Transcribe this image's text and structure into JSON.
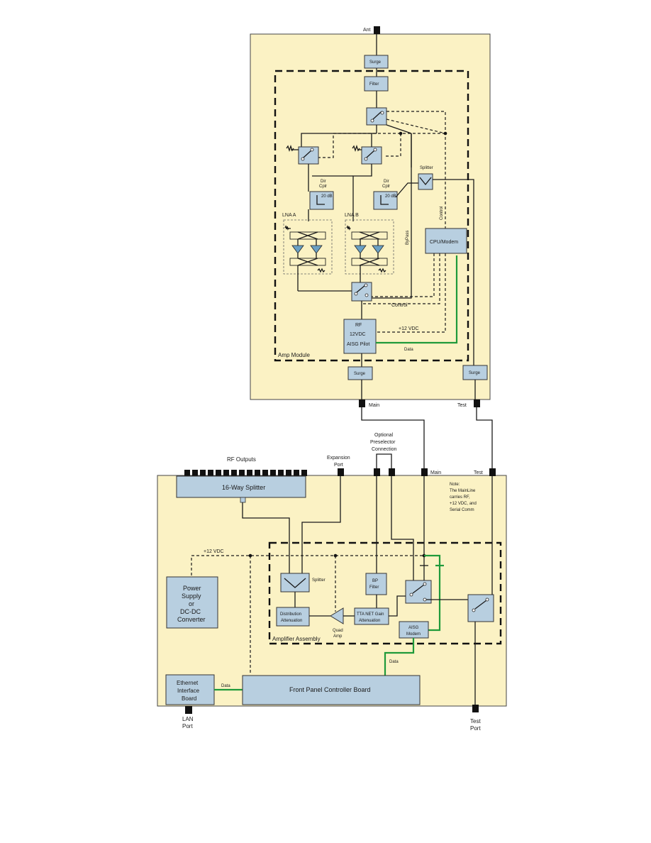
{
  "amp_module": {
    "ant": "Ant",
    "surge_top": "Surge",
    "filter": "Filter",
    "dir_cplr_a": [
      "Dir",
      "Cplr"
    ],
    "dir_cplr_b": [
      "Dir",
      "Cplr"
    ],
    "db_a": "20 dB",
    "db_b": "20 dB",
    "splitter": "Splitter",
    "lna_a": "LNA A",
    "lna_b": "LNA B",
    "bypass": "ByPass",
    "control_vert": "Control",
    "cpu_modem": "CPU/Modem",
    "control": "Control",
    "rf": "RF",
    "vdc12": "12VDC",
    "aisg_pilot": "AISG Pilot",
    "plus12": "+12 VDC",
    "data": "Data",
    "amp_module_label": "Amp Module",
    "surge_main": "Surge",
    "surge_test": "Surge",
    "main": "Main",
    "test": "Test"
  },
  "interconnect": {
    "optional_preselector": [
      "Optional",
      "Preselector",
      "Connection"
    ]
  },
  "controller": {
    "rf_outputs": "RF Outputs",
    "expansion_port": [
      "Expansion",
      "Port"
    ],
    "main": "Main",
    "test": "Test",
    "splitter16": "16-Way Splitter",
    "note": [
      "Note:",
      "The MainLine",
      "carries RF,",
      "+12 VDC, and",
      "Serial Comm"
    ],
    "plus12": "+12 VDC",
    "power_supply": [
      "Power",
      "Supply",
      "or",
      "DC-DC",
      "Converter"
    ],
    "splitter": "Splitter",
    "bp_filter": [
      "BP",
      "Filter"
    ],
    "distribution": [
      "Distribution",
      "Attenuation"
    ],
    "quad_amp": [
      "Quad",
      "Amp"
    ],
    "tta_net": [
      "TTA NET Gain",
      "Attenuation"
    ],
    "aisg_modem": [
      "AISG",
      "Modem"
    ],
    "amplifier_assembly": "Amplifier Assembly",
    "data_vert": "Data",
    "ethernet": [
      "Ethernet",
      "Interface",
      "Board"
    ],
    "data_horiz": "Data",
    "fpcb": "Front Panel Controller Board",
    "lan_port": [
      "LAN",
      "Port"
    ],
    "test_port": [
      "Test",
      "Port"
    ]
  }
}
